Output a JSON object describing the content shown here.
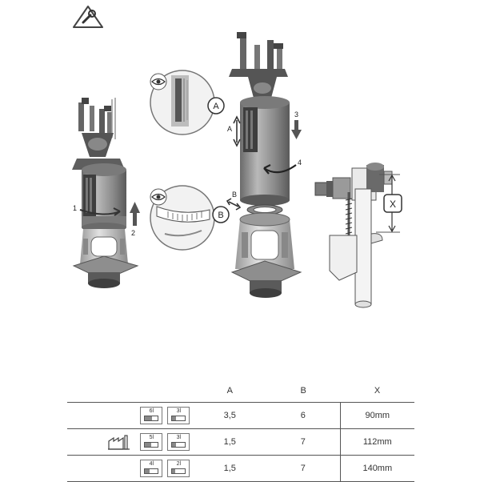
{
  "diagram": {
    "callouts": {
      "a": "A",
      "b": "B",
      "x": "X"
    },
    "step_numbers": [
      "1",
      "2",
      "3",
      "4"
    ],
    "arrow_labels": {
      "a": "A",
      "b": "B"
    }
  },
  "table": {
    "headers": {
      "a": "A",
      "b": "B",
      "x": "X"
    },
    "rows": [
      {
        "full": "6l",
        "half": "3l",
        "full_level": 0.55,
        "half_level": 0.3,
        "a": "3,5",
        "b": "6",
        "x": "90mm",
        "factory_setting": false
      },
      {
        "full": "5l",
        "half": "3l",
        "full_level": 0.45,
        "half_level": 0.3,
        "a": "1,5",
        "b": "7",
        "x": "112mm",
        "factory_setting": true
      },
      {
        "full": "4l",
        "half": "2l",
        "full_level": 0.35,
        "half_level": 0.2,
        "a": "1,5",
        "b": "7",
        "x": "140mm",
        "factory_setting": false
      }
    ]
  },
  "icons": {
    "header": "wrench-icon",
    "eye": "eye-icon",
    "factory": "factory-icon"
  }
}
